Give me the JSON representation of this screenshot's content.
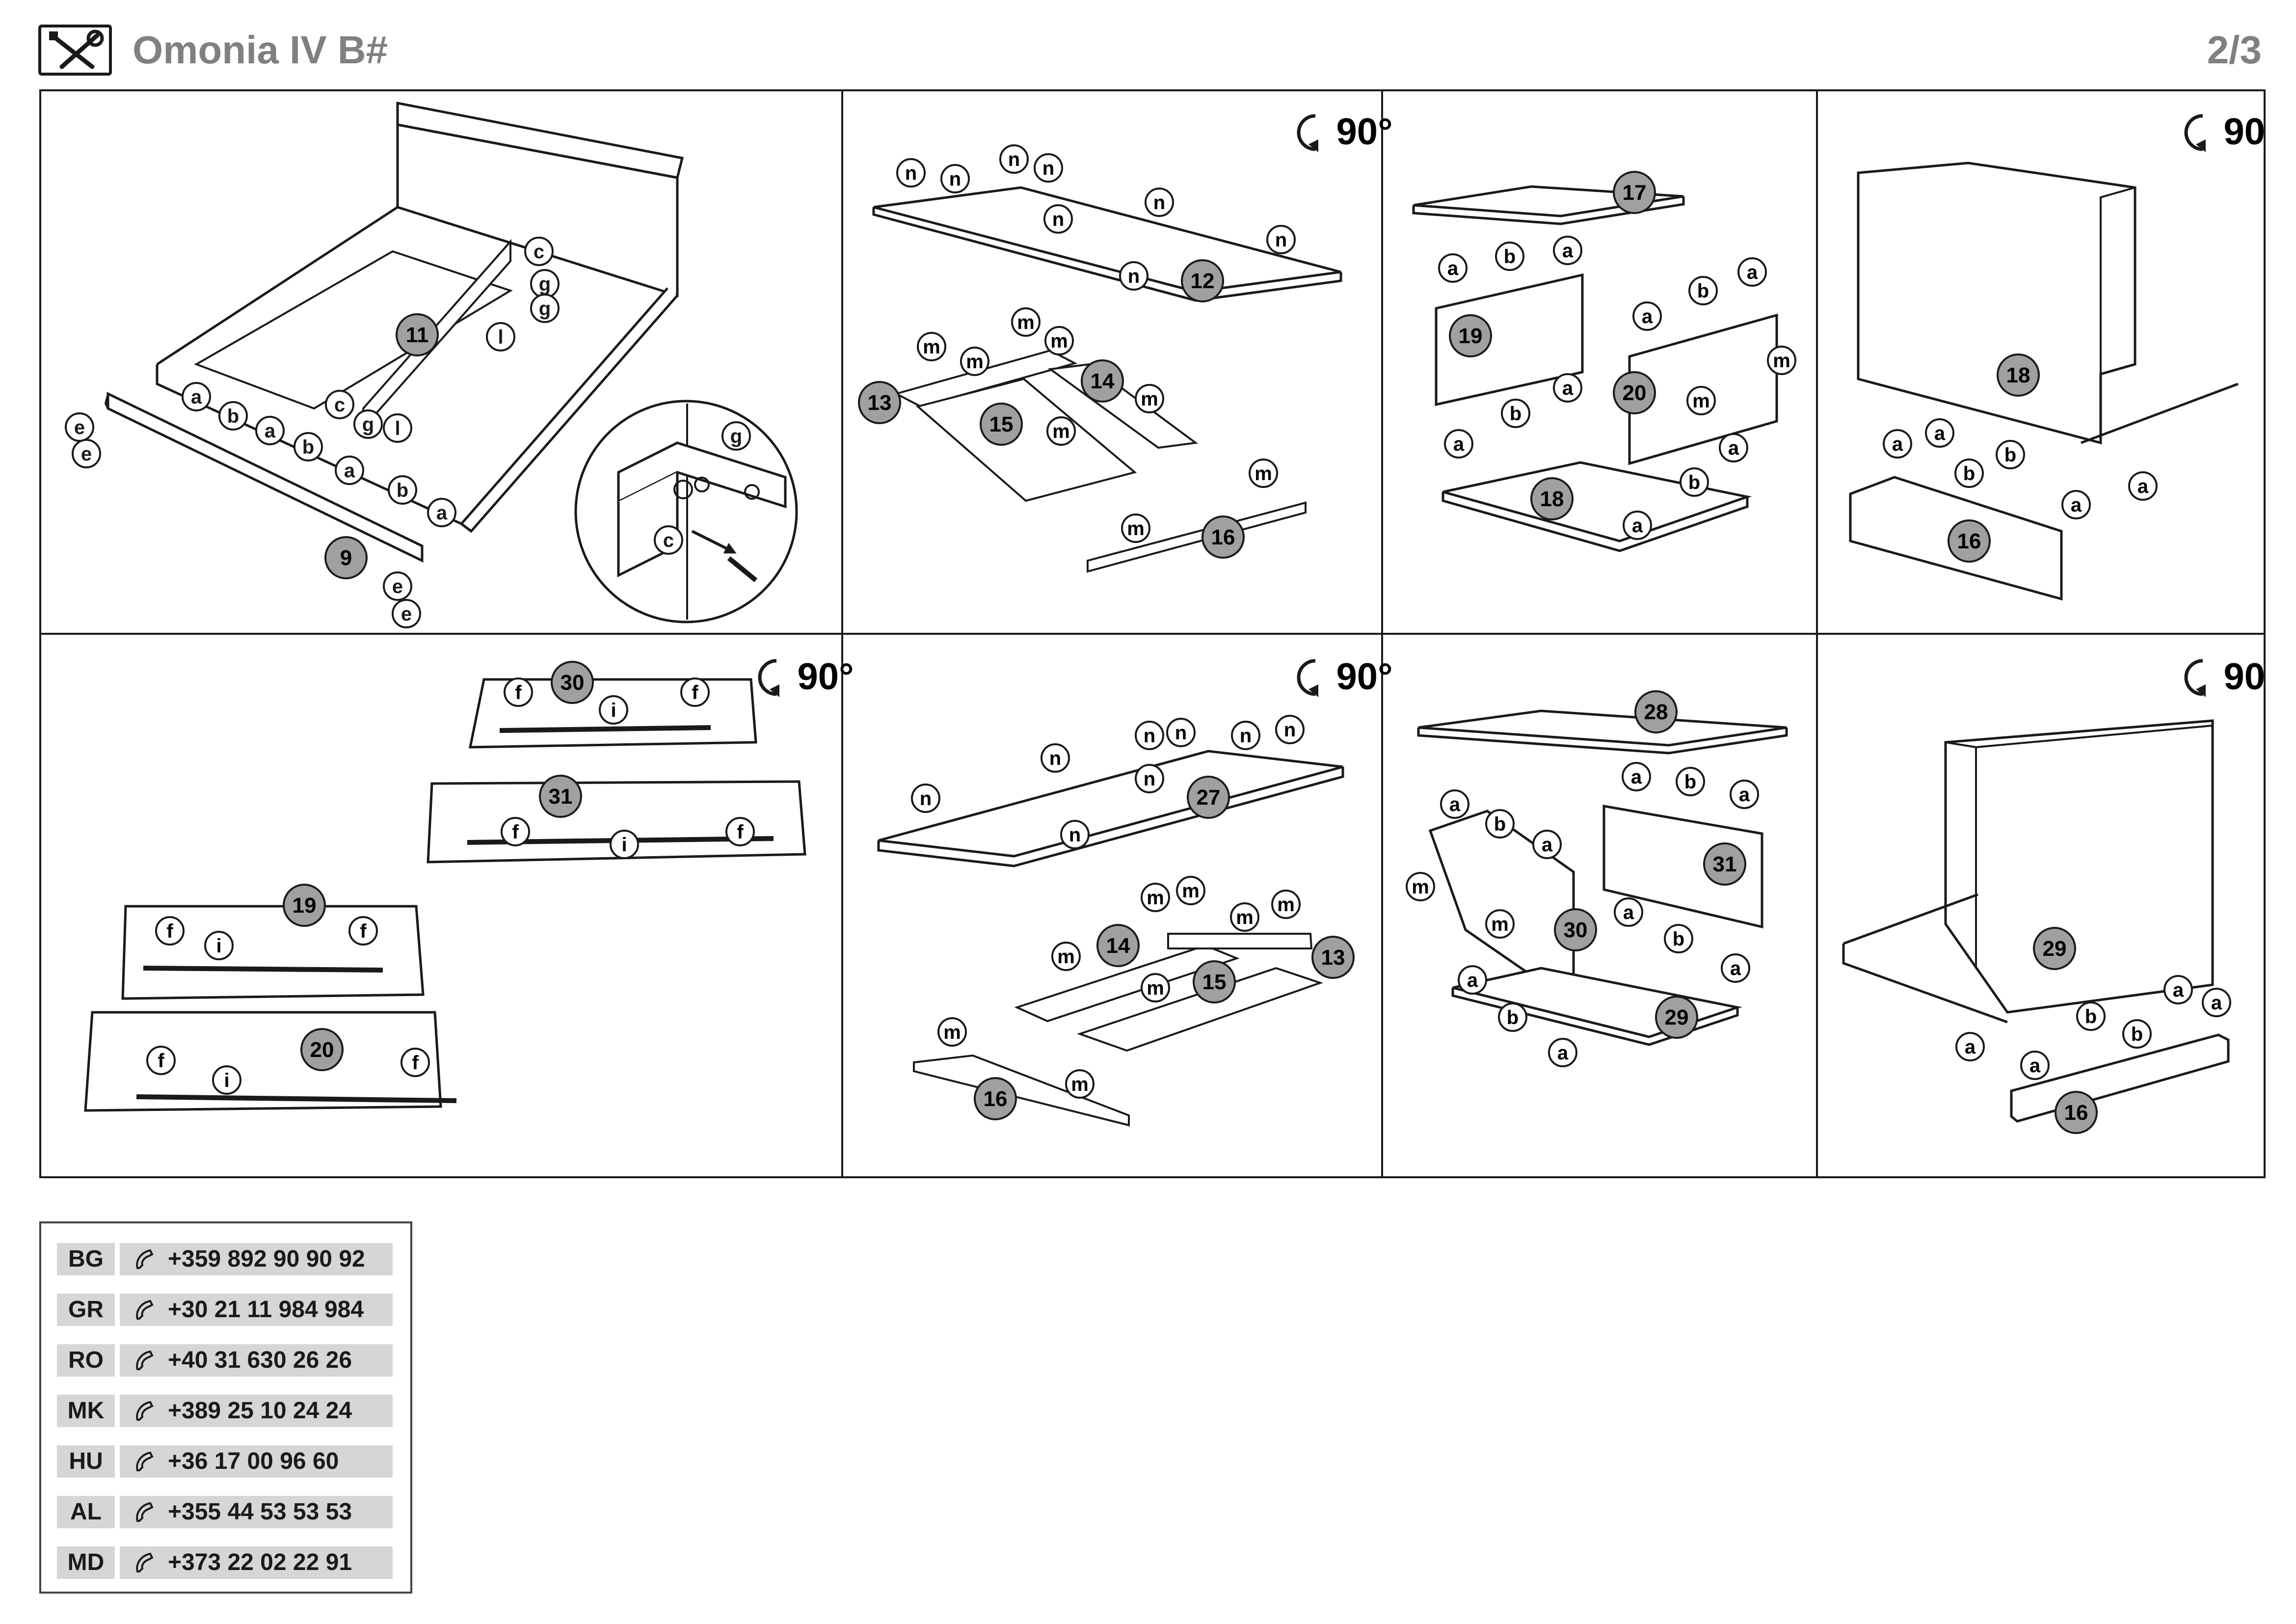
{
  "header": {
    "title": "Omonia IV B#",
    "page": "2/3",
    "icon": "tools-icon"
  },
  "rotation_label": "90°",
  "steps": [
    {
      "id": "step-1",
      "parts": [
        "11",
        "9"
      ],
      "hardware": [
        "a",
        "b",
        "c",
        "e",
        "g",
        "l"
      ]
    },
    {
      "id": "step-2",
      "parts": [
        "12",
        "13",
        "14",
        "15",
        "16"
      ],
      "hardware": [
        "n",
        "m"
      ],
      "rotate": true
    },
    {
      "id": "step-3",
      "parts": [
        "17",
        "18",
        "19",
        "20"
      ],
      "hardware": [
        "a",
        "b",
        "m"
      ]
    },
    {
      "id": "step-4",
      "parts": [
        "18",
        "16"
      ],
      "hardware": [
        "a",
        "b"
      ],
      "rotate": true
    },
    {
      "id": "step-5",
      "parts": [
        "30",
        "31",
        "19",
        "20"
      ],
      "hardware": [
        "f",
        "i"
      ],
      "rotate": true
    },
    {
      "id": "step-6",
      "parts": [
        "27",
        "14",
        "15",
        "13",
        "16"
      ],
      "hardware": [
        "n",
        "m"
      ],
      "rotate": true
    },
    {
      "id": "step-7",
      "parts": [
        "28",
        "31",
        "30",
        "29"
      ],
      "hardware": [
        "a",
        "b",
        "m"
      ]
    },
    {
      "id": "step-8",
      "parts": [
        "29",
        "16"
      ],
      "hardware": [
        "a",
        "b"
      ],
      "rotate": true
    }
  ],
  "callouts": {
    "s1": {
      "p11": "11",
      "p9": "9",
      "a": "a",
      "b": "b",
      "c": "c",
      "e": "e",
      "g": "g",
      "l": "l"
    },
    "s2": {
      "p12": "12",
      "p13": "13",
      "p14": "14",
      "p15": "15",
      "p16": "16",
      "n": "n",
      "m": "m"
    },
    "s3": {
      "p17": "17",
      "p18": "18",
      "p19": "19",
      "p20": "20",
      "a": "a",
      "b": "b",
      "m": "m"
    },
    "s4": {
      "p18": "18",
      "p16": "16",
      "a": "a",
      "b": "b"
    },
    "s5": {
      "p30": "30",
      "p31": "31",
      "p19": "19",
      "p20": "20",
      "f": "f",
      "i": "i"
    },
    "s6": {
      "p27": "27",
      "p14": "14",
      "p15": "15",
      "p13": "13",
      "p16": "16",
      "n": "n",
      "m": "m"
    },
    "s7": {
      "p28": "28",
      "p31": "31",
      "p30": "30",
      "p29": "29",
      "a": "a",
      "b": "b",
      "m": "m"
    },
    "s8": {
      "p29": "29",
      "p16": "16",
      "a": "a",
      "b": "b"
    }
  },
  "support": {
    "icon": "phone-icon",
    "rows": [
      {
        "code": "BG",
        "number": "+359 892 90 90 92"
      },
      {
        "code": "GR",
        "number": "+30 21 11 984 984"
      },
      {
        "code": "RO",
        "number": "+40 31 630 26 26"
      },
      {
        "code": "MK",
        "number": "+389 25 10 24 24"
      },
      {
        "code": "HU",
        "number": "+36 17 00 96 60"
      },
      {
        "code": "AL",
        "number": "+355 44 53 53 53"
      },
      {
        "code": "MD",
        "number": "+373 22 02 22 91"
      }
    ]
  }
}
